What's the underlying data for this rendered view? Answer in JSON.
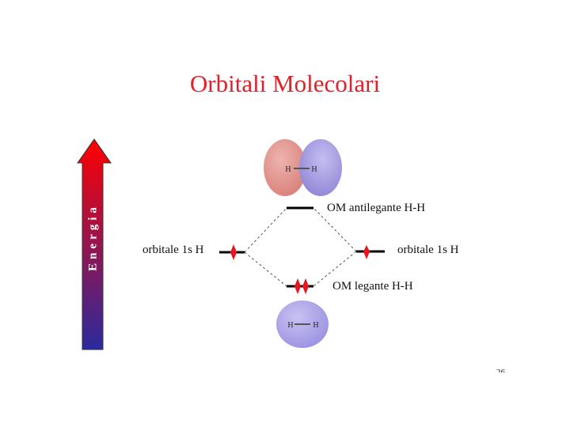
{
  "slide": {
    "title": "Orbitali Molecolari",
    "title_color": "#e0202a",
    "page_number": "26"
  },
  "energy_axis": {
    "label": "Energia",
    "gradient_top": "#ff0000",
    "gradient_bottom": "#2a2a9e"
  },
  "diagram": {
    "antibonding": {
      "label": "OM antilegante H-H",
      "electrons": 0,
      "lobe_labels": [
        "H",
        "H"
      ]
    },
    "bonding": {
      "label": "OM legante H-H",
      "electrons": 2,
      "lobe_labels": [
        "H",
        "H"
      ]
    },
    "left_atom": {
      "label": "orbitale 1s H",
      "electrons": 1
    },
    "right_atom": {
      "label": "orbitale 1s H",
      "electrons": 1
    },
    "electron_color": "#e8141e",
    "antibonding_colors": [
      "#d9807a",
      "#8f86d6"
    ],
    "bonding_color": "#978fe0"
  }
}
